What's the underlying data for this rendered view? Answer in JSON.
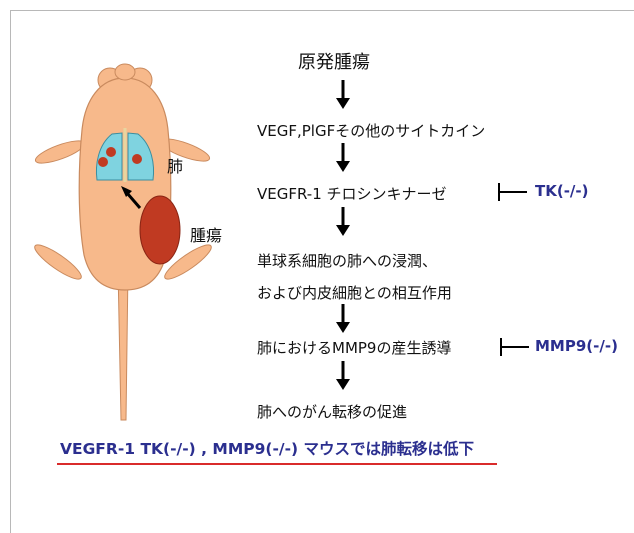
{
  "labels": {
    "lung": "肺",
    "tumor": "腫瘍"
  },
  "flow": {
    "title": "原発腫瘍",
    "steps": [
      "VEGF,PlGFその他のサイトカイン",
      "VEGFR-1 チロシンキナーゼ",
      "単球系細胞の肺への浸潤、",
      "および内皮細胞との相互作用",
      "肺におけるMMP9の産生誘導",
      "肺へのがん転移の促進"
    ]
  },
  "inhibitors": {
    "tk": "TK(-/-)",
    "mmp9": "MMP9(-/-)"
  },
  "footer": "VEGFR-1 TK(-/-) , MMP9(-/-) マウスでは肺転移は低下",
  "colors": {
    "mouse_body": "#f7b98b",
    "lung": "#7fd3e0",
    "tumor": "#c03a22",
    "inhibitor_text": "#2b2f8f",
    "underline": "#d92b2b"
  }
}
